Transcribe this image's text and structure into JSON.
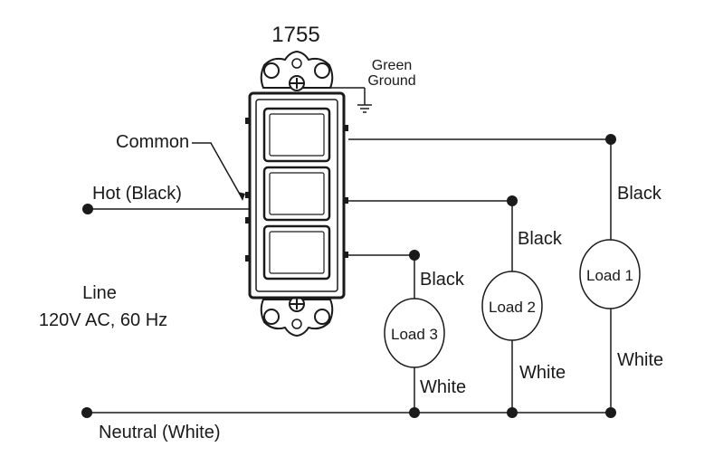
{
  "model": "1755",
  "ground": {
    "line1": "Green",
    "line2": "Ground"
  },
  "common_label": "Common",
  "hot_label": "Hot (Black)",
  "line": {
    "line1": "Line",
    "line2": "120V AC, 60 Hz"
  },
  "neutral_label": "Neutral (White)",
  "loads": [
    {
      "name": "Load 1",
      "top_wire": "Black",
      "bottom_wire": "White"
    },
    {
      "name": "Load 2",
      "top_wire": "Black",
      "bottom_wire": "White"
    },
    {
      "name": "Load 3",
      "top_wire": "Black",
      "bottom_wire": "White"
    }
  ],
  "colors": {
    "wire": "#1a1a1a",
    "background": "#ffffff"
  }
}
